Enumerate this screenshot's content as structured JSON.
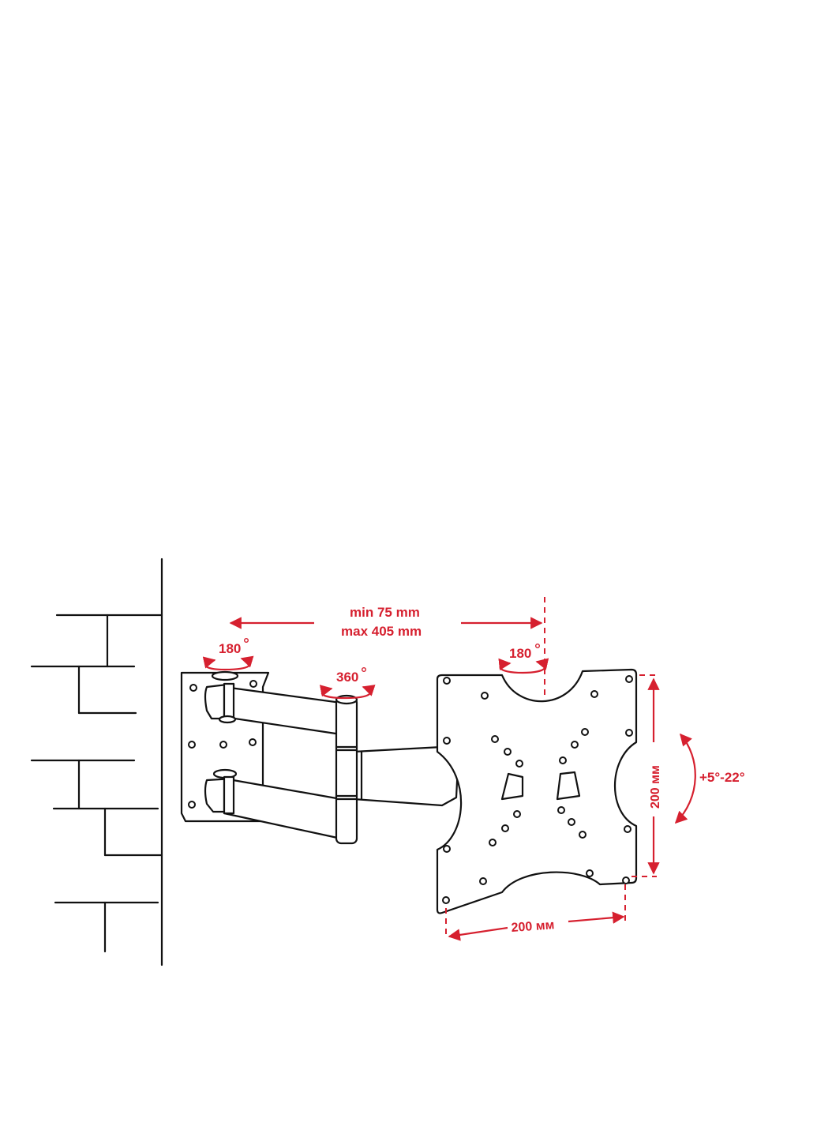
{
  "colors": {
    "accent": "#d6202f",
    "ink": "#111111",
    "background": "#ffffff"
  },
  "labels": {
    "extension_min": "min 75  mm",
    "extension_max": "max 405  mm",
    "wall_swivel": "180",
    "arm_swivel": "360",
    "plate_swivel": "180",
    "plate_height": "200 мм",
    "plate_width": "200 мм",
    "tilt_range": "+5°-22°"
  }
}
